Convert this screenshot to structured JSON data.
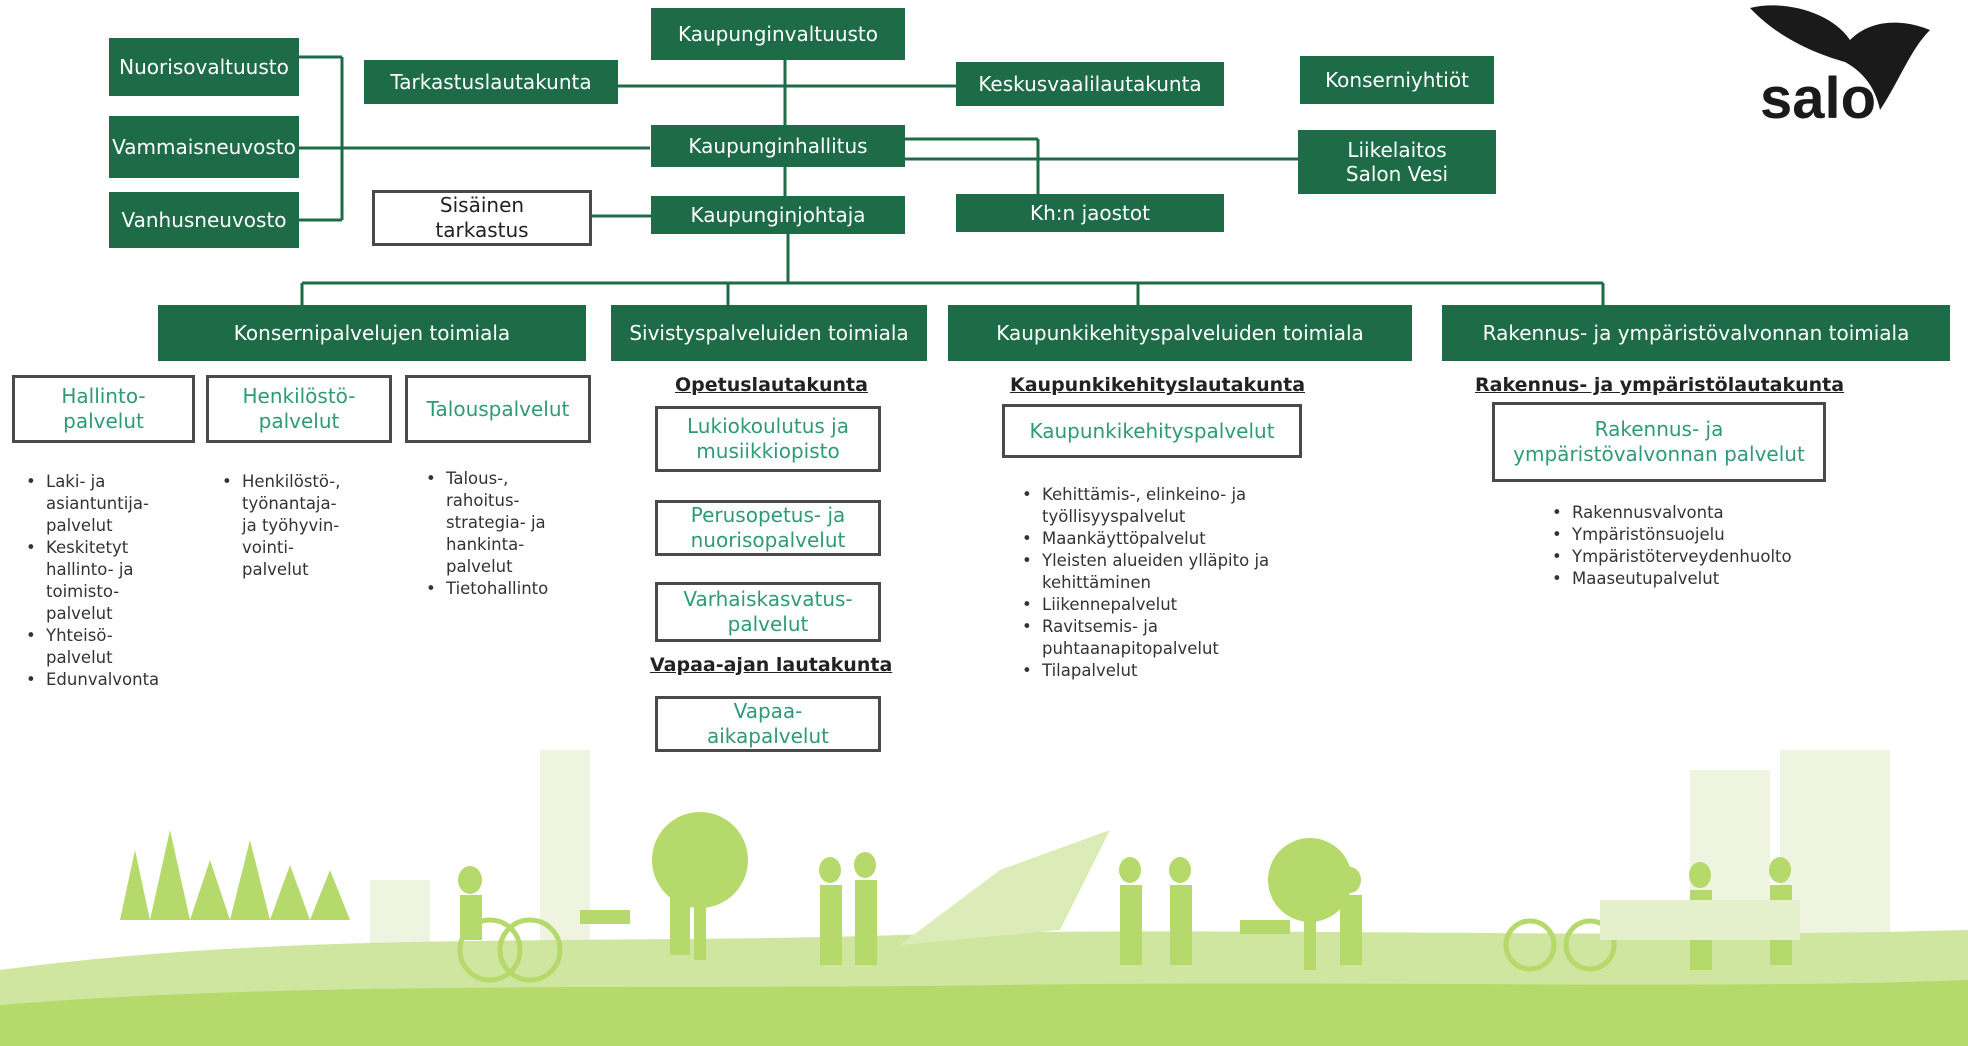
{
  "logo": {
    "text": "salo",
    "icon": "salo-bird-logo"
  },
  "top": {
    "kaupunginvaltuusto": "Kaupunginvaltuusto",
    "tarkastuslautakunta": "Tarkastuslautakunta",
    "keskusvaalilautakunta": "Keskusvaalilautakunta",
    "konserniyhtiot": "Konserniyhtiöt",
    "kaupunginhallitus": "Kaupunginhallitus",
    "liikelaitos": "Liikelaitos\nSalon Vesi",
    "sisainen_tarkastus": "Sisäinen\ntarkastus",
    "kaupunginjohtaja": "Kaupunginjohtaja",
    "jaostot": "Kh:n jaostot"
  },
  "councils": [
    "Nuorisovaltuusto",
    "Vammaisneuvosto",
    "Vanhusneuvosto"
  ],
  "divisions": [
    "Konsernipalvelujen toimiala",
    "Sivistyspalveluiden toimiala",
    "Kaupunkikehityspalveluiden toimiala",
    "Rakennus- ja ympäristövalvonnan toimiala"
  ],
  "konserni": {
    "units": [
      {
        "name": "Hallinto-\npalvelut",
        "items": [
          "Laki- ja\nasiantuntija-\npalvelut",
          "Keskitetyt\nhallinto- ja\ntoimisto-\npalvelut",
          "Yhteisö-\npalvelut",
          "Edunvalvonta"
        ]
      },
      {
        "name": "Henkilöstö-\npalvelut",
        "items": [
          "Henkilöstö-,\ntyönantaja-\nja työhyvin-\nvointi-\npalvelut"
        ]
      },
      {
        "name": "Talouspalvelut",
        "items": [
          "Talous-,\nrahoitus-\nstrategia- ja\nhankinta-\npalvelut",
          "Tietohallinto"
        ]
      }
    ]
  },
  "sivistys": {
    "heading1": "Opetuslautakunta",
    "units": [
      "Lukiokoulutus ja\nmusiikkiopisto",
      "Perusopetus- ja\nnuorisopalvelut",
      "Varhaiskasvatus-\npalvelut"
    ],
    "heading2": "Vapaa-ajan lautakunta",
    "vapaa": "Vapaa-\naikapalvelut"
  },
  "kehitys": {
    "heading": "Kaupunkikehityslautakunta",
    "unit": "Kaupunkikehityspalvelut",
    "items": [
      "Kehittämis-, elinkeino- ja\ntyöllisyyspalvelut",
      "Maankäyttöpalvelut",
      "Yleisten alueiden ylläpito ja\nkehittäminen",
      "Liikennepalvelut",
      "Ravitsemis- ja\npuhtaanapitopalvelut",
      "Tilapalvelut"
    ]
  },
  "rakennus": {
    "heading": "Rakennus- ja ympäristölautakunta",
    "unit": "Rakennus- ja\nympäristövalvonnan palvelut",
    "items": [
      "Rakennusvalvonta",
      "Ympäristönsuojelu",
      "Ympäristöterveydenhuolto",
      "Maaseutupalvelut"
    ]
  },
  "colors": {
    "dark_green": "#1d6b47",
    "text_green": "#2f9a76",
    "scene_green": "#b5d96b"
  }
}
